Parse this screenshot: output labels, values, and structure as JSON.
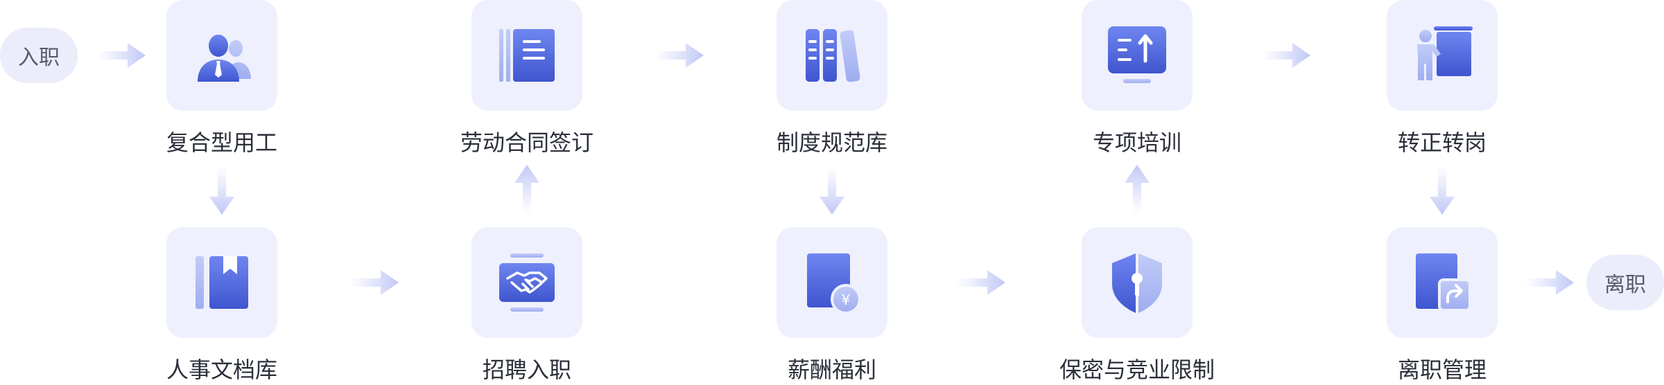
{
  "start": {
    "label": "入职"
  },
  "end": {
    "label": "离职"
  },
  "steps": [
    {
      "label": "复合型用工",
      "icon": "users-icon"
    },
    {
      "label": "人事文档库",
      "icon": "archive-folder-icon"
    },
    {
      "label": "招聘入职",
      "icon": "handshake-icon"
    },
    {
      "label": "劳动合同签订",
      "icon": "contract-document-icon"
    },
    {
      "label": "制度规范库",
      "icon": "books-icon"
    },
    {
      "label": "薪酬福利",
      "icon": "salary-yen-icon"
    },
    {
      "label": "保密与竞业限制",
      "icon": "shield-keyhole-icon"
    },
    {
      "label": "专项培训",
      "icon": "training-monitor-icon"
    },
    {
      "label": "转正转岗",
      "icon": "presentation-person-icon"
    },
    {
      "label": "离职管理",
      "icon": "exit-share-icon"
    }
  ],
  "colors": {
    "card_bg": "#eef0fd",
    "pill_bg": "#ecedfb",
    "icon_dark": "#4a63d8",
    "icon_light": "#a9b6f3",
    "arrow": "#c9cff7",
    "text": "#2b2f3a"
  }
}
